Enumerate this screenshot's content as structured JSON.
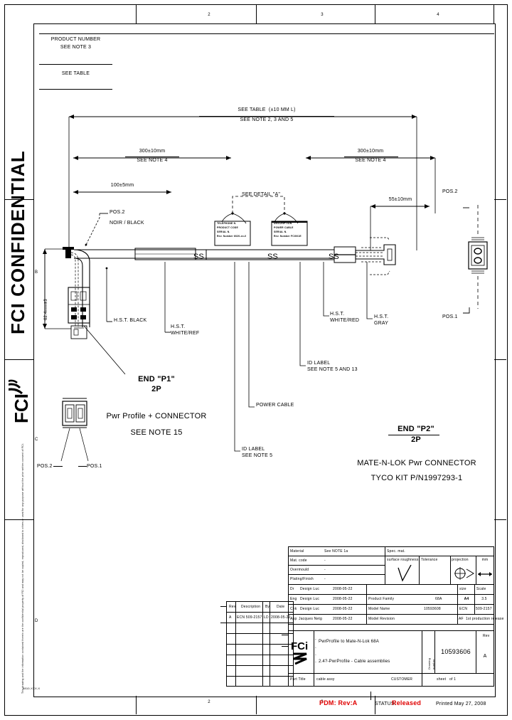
{
  "sheet": {
    "confidential": "FCI CONFIDENTIAL",
    "logo": "FCI",
    "zone_top": [
      "2",
      "3",
      "4"
    ],
    "zone_bottom": [
      "2",
      "3"
    ],
    "zone_left": [
      "B",
      "C",
      "D"
    ]
  },
  "header_block": {
    "line1": "PRODUCT NUMBER",
    "line2": "SEE NOTE 3",
    "line3": "SEE TABLE"
  },
  "dimensions": {
    "overall": {
      "value": "SEE TABLE  (±10 MM L)",
      "note": "SEE NOTE 2, 3 AND 5"
    },
    "left_seg": {
      "value": "300±10mm",
      "note": "SEE NOTE 4"
    },
    "right_seg": {
      "value": "300±10mm",
      "note": "SEE NOTE 4"
    },
    "short_seg": {
      "value": "100±5mm"
    },
    "p2_seg": {
      "value": "55±10mm"
    },
    "vertical": {
      "value": "62.4mm±3"
    }
  },
  "callouts": {
    "pos2_left": "POS.2",
    "wire_black": "NOIR / BLACK",
    "hst_black": "H.S.T. BLACK",
    "hst_white_ref": "H.S.T.\nWHITE/REF",
    "see_detail": "SEE DETAIL \"A\"",
    "hst_mid": "H.S.T.\nWHITE/RED",
    "hst_right": "H.S.T.\nGRAY",
    "pos2_right": "POS.2",
    "pos1_right": "POS.1",
    "pos2_detail": "POS.2",
    "pos1_detail": "POS.1",
    "id_label_right": "ID LABEL\nSEE NOTE 5 AND 13",
    "power_cable": "POWER CABLE",
    "id_label_left": "ID LABEL\nSEE NOTE 5"
  },
  "labels_on_cable": {
    "left": {
      "l1": "TELEPHONE N.",
      "l2": "PRODUCT CODE",
      "l3": "SERIAL N.",
      "l4": "Rev. Number",
      "code": "6020-xx-0"
    },
    "right": {
      "l1": "DESCRIPTION",
      "l2": "POWER CABLE",
      "l3": "SERIAL N.",
      "l4": "Rev. Number",
      "code": "FCI001E"
    }
  },
  "end_p1": {
    "title": "END \"P1\"",
    "poles": "2P",
    "desc": "Pwr Profile + CONNECTOR",
    "note": "SEE NOTE 15",
    "pos2": "POS.2",
    "pos1": "POS.1"
  },
  "end_p2": {
    "title": "END \"P2\"",
    "poles": "2P",
    "desc": "MATE-N-LOK Pwr CONNECTOR",
    "kit": "TYCO KIT P/N1997293-1"
  },
  "revision_table": {
    "headers": [
      "Rev.",
      "Description",
      "By",
      "Date"
    ],
    "rows": [
      [
        "A",
        "ECN 509-2157",
        "LD",
        "2008-05-22"
      ],
      [
        "",
        "",
        "",
        ""
      ],
      [
        "",
        "",
        "",
        ""
      ],
      [
        "",
        "",
        "",
        ""
      ],
      [
        "",
        "",
        "",
        ""
      ],
      [
        "",
        "",
        "",
        ""
      ],
      [
        "",
        "",
        "",
        ""
      ]
    ]
  },
  "title_block": {
    "material": {
      "label": "Material",
      "value": "See NOTE 1a"
    },
    "surface_spec": {
      "label": "Spec. mat.",
      "value": "-"
    },
    "mat_code": {
      "label": "Mat. code",
      "value": "-"
    },
    "overmould": {
      "label": "Overmould",
      "value": "-"
    },
    "plating": {
      "label": "Plating/Finish",
      "value": "-"
    },
    "surface_finish": {
      "label": "surface roughness",
      "value": ""
    },
    "tolerance": {
      "label": "Tolerance",
      "value": ""
    },
    "projection": {
      "label": "projection",
      "value": ""
    },
    "units": {
      "label": "mm"
    },
    "drawn": {
      "role": "Dr",
      "name": "Design Luc",
      "date": "2008-05-22"
    },
    "engineer": {
      "role": "Eng",
      "name": "Design Luc",
      "date": "2008-05-22"
    },
    "checked": {
      "role": "Chk",
      "name": "Design Luc",
      "date": "2008-05-22"
    },
    "approved": {
      "role": "App",
      "name": "Jacques Netg",
      "date": "2008-05-22"
    },
    "product_family": {
      "label": "Product Family",
      "value": "68A"
    },
    "model_name": {
      "label": "Model Name",
      "value": "10593608"
    },
    "model_revision": {
      "label": "Model Revision",
      "value": ""
    },
    "ecn_label": "ECN",
    "ecn_value": "509-2157",
    "ecn_desc": "AF  1st production release",
    "size_label": "size",
    "size_value": "A4",
    "scale_label": "Scale",
    "scale_value": "3.5",
    "company": "FCI",
    "desc_line1": "PwrProfile to Mate-N-Lok 68A",
    "desc_line2": "2.4?-PwrProfile - Cable assemblies",
    "drawing_no_label": "Drawing\nnumber",
    "drawing_no": "10593606",
    "rev_label": "Rev",
    "rev_value": "A",
    "part_title_label": "Part Title",
    "part_title_value": "cable assy",
    "customer_label": "CUSTOMER",
    "sheet_label": "sheet   of 1"
  },
  "footer": {
    "pdm": "PDM: Rev:A",
    "status_label": "STATUS:",
    "status_value": "Released",
    "printed": "Printed May 27, 2008",
    "accent_color": "#e00000"
  },
  "legal": {
    "text": "This drawing and the information contained therein are the confidential property of FCI and may not be copied, reproduced, disclosed to others or used for any purpose without the prior written consent of FCI."
  },
  "bottom_ref": "8810-XXX-X"
}
